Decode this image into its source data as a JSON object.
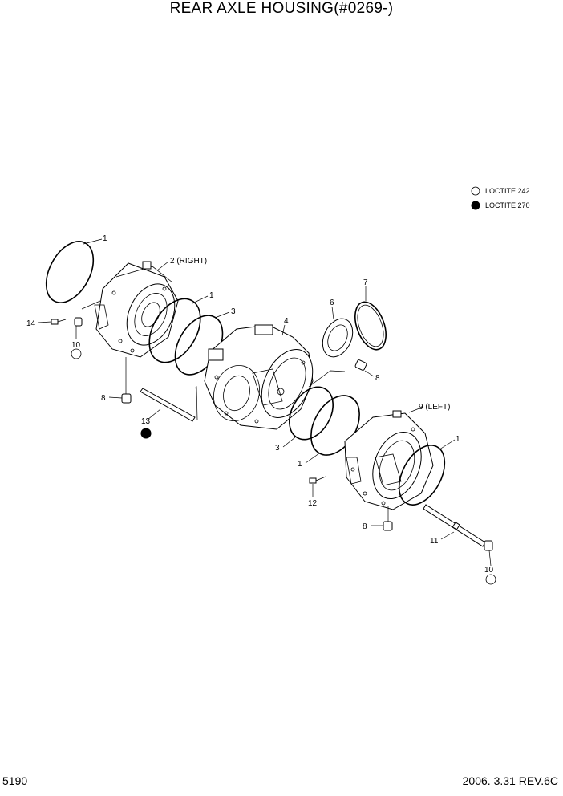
{
  "title": "REAR AXLE HOUSING(#0269-)",
  "footer": {
    "page_number": "5190",
    "revision": "2006. 3.31  REV.6C"
  },
  "legend": [
    {
      "symbol": "open-circle",
      "label": "LOCTITE 242"
    },
    {
      "symbol": "filled-circle",
      "label": "LOCTITE 270"
    }
  ],
  "callouts": {
    "c1a": "1",
    "c2": "2 (RIGHT)",
    "c1b": "1",
    "c3a": "3",
    "c4": "4",
    "c6": "6",
    "c7": "7",
    "c14": "14",
    "c10a": "10",
    "c8a": "8",
    "c13": "13",
    "c8b": "8",
    "c9": "9 (LEFT)",
    "c3b": "3",
    "c1c": "1",
    "c1d": "1",
    "c12": "12",
    "c8c": "8",
    "c11": "11",
    "c10b": "10"
  }
}
